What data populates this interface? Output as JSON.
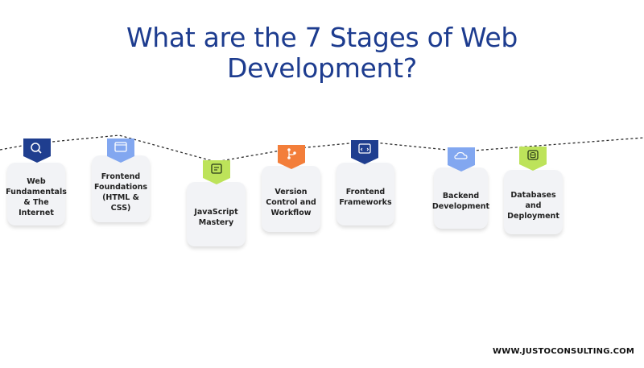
{
  "title": {
    "line1": "What are the 7 Stages of Web",
    "line2": "Development?"
  },
  "stages": [
    {
      "label": "Web Fundamentals & The Internet",
      "color": "#1f3e8f",
      "icon": "search-globe-icon"
    },
    {
      "label": "Frontend Foundations (HTML & CSS)",
      "color": "#82a7f0",
      "icon": "code-window-icon"
    },
    {
      "label": "JavaScript Mastery",
      "color": "#bde35a",
      "icon": "js-icon"
    },
    {
      "label": "Version Control and Workflow",
      "color": "#f37e3a",
      "icon": "branch-icon"
    },
    {
      "label": "Frontend Frameworks",
      "color": "#1f3e8f",
      "icon": "browser-window-icon"
    },
    {
      "label": "Backend Development",
      "color": "#82a7f0",
      "icon": "cloud-server-icon"
    },
    {
      "label": "Databases and Deployment",
      "color": "#bde35a",
      "icon": "database-icon"
    }
  ],
  "footer": {
    "website": "WWW.JUSTOCONSULTING.COM"
  }
}
